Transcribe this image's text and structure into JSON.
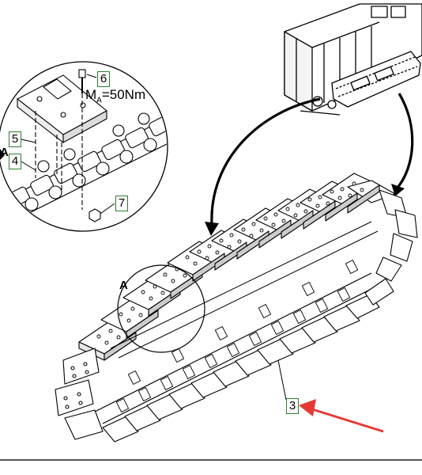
{
  "callouts": {
    "c3": "3",
    "c4": "4",
    "c5": "5",
    "c6": "6",
    "c7": "7"
  },
  "torque": {
    "prefix": "M",
    "subscript": "A",
    "value": "=50Nm"
  },
  "detail": {
    "letter_main": "A",
    "letter_inset": "A"
  },
  "colors": {
    "callout_border": "#2e7d32",
    "pointer_arrow": "#e53935",
    "line": "#000000"
  }
}
